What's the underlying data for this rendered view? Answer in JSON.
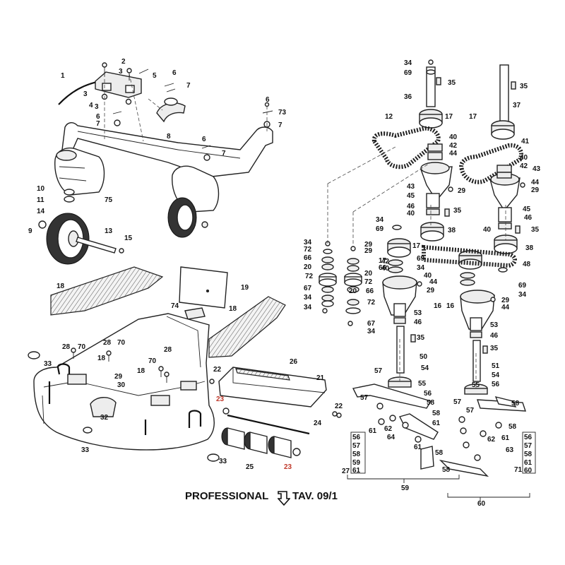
{
  "footer": {
    "title": "PROFESSIONAL",
    "table": "TAV. 09/1",
    "arrow_icon": "down-arrow-icon"
  },
  "colors": {
    "lines": "#222222",
    "labels": "#111111",
    "highlight_labels": "#c0392b"
  },
  "callouts": {
    "wheel_frame": [
      "1",
      "2",
      "3",
      "3",
      "4",
      "5",
      "6",
      "7",
      "3",
      "6",
      "7",
      "8",
      "6",
      "7",
      "6",
      "73",
      "7",
      "10",
      "11",
      "75",
      "14",
      "9",
      "13",
      "15"
    ],
    "deck": [
      "18",
      "19",
      "74",
      "18",
      "33",
      "28",
      "70",
      "28",
      "70",
      "18",
      "70",
      "18",
      "28",
      "29",
      "30",
      "32",
      "33",
      "22",
      "26",
      "21",
      "23",
      "22",
      "24",
      "25",
      "23",
      "33"
    ],
    "drive_left": [
      "34",
      "69",
      "35",
      "36",
      "17",
      "12",
      "40",
      "42",
      "44",
      "43",
      "29",
      "45",
      "46",
      "35",
      "34",
      "69",
      "38",
      "40",
      "17",
      "34",
      "29",
      "72",
      "66",
      "20",
      "72",
      "67",
      "34",
      "34",
      "29",
      "72",
      "20",
      "66",
      "72",
      "20",
      "67",
      "34",
      "66",
      "17",
      "69",
      "34",
      "40",
      "42",
      "40",
      "29",
      "44",
      "16",
      "53",
      "46",
      "35",
      "50",
      "57",
      "54",
      "55",
      "56",
      "58",
      "57",
      "58",
      "62",
      "64",
      "61",
      "61",
      "58",
      "27",
      "59"
    ],
    "drive_right": [
      "35",
      "37",
      "17",
      "41",
      "40",
      "42",
      "43",
      "44",
      "29",
      "45",
      "46",
      "35",
      "40",
      "38",
      "48",
      "69",
      "34",
      "29",
      "44",
      "16",
      "53",
      "46",
      "35",
      "51",
      "54",
      "55",
      "56",
      "57",
      "57",
      "58",
      "58",
      "62",
      "63",
      "61",
      "61",
      "58",
      "71",
      "60"
    ],
    "box_left": [
      "56",
      "57",
      "58",
      "59",
      "61"
    ],
    "box_right": [
      "56",
      "57",
      "58",
      "61",
      "60"
    ]
  }
}
